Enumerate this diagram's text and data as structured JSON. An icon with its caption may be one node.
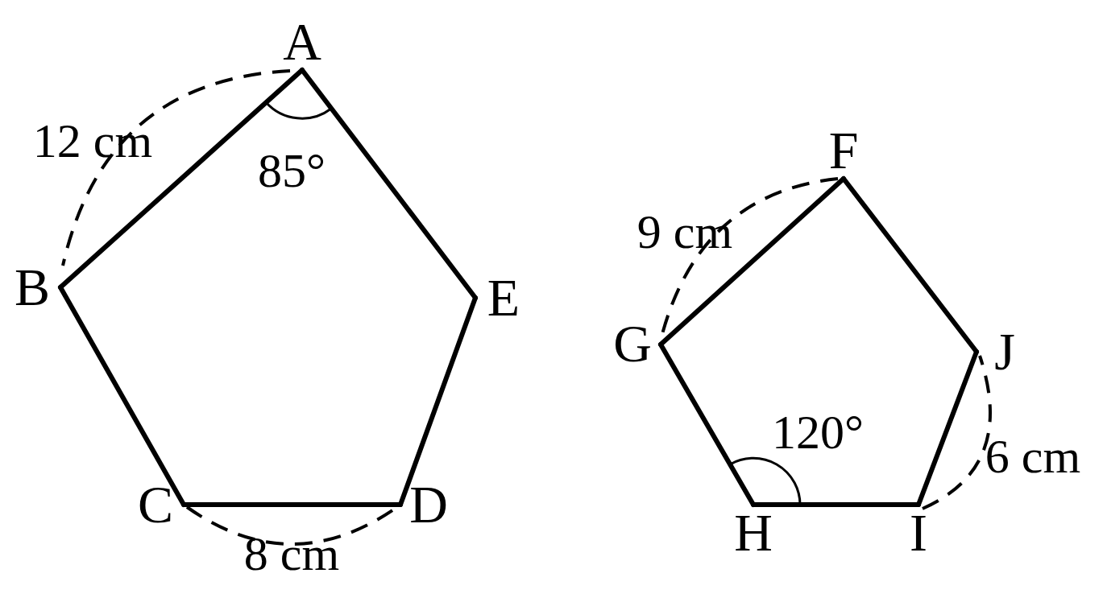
{
  "diagram": {
    "nodes": [
      {
        "text": [
          "A"
        ]
      },
      {
        "text": [
          "B"
        ]
      },
      {
        "text": [
          "C"
        ]
      },
      {
        "text": [
          "D"
        ]
      },
      {
        "text": [
          "E"
        ]
      },
      {
        "text": [
          "F"
        ]
      },
      {
        "text": [
          "G"
        ]
      },
      {
        "text": [
          "H"
        ]
      },
      {
        "text": [
          "I"
        ]
      },
      {
        "text": [
          "J"
        ]
      }
    ],
    "edges": [
      {
        "from": 0,
        "to": 1,
        "arrow": "none"
      },
      {
        "from": 1,
        "to": 2,
        "arrow": "none"
      },
      {
        "from": 2,
        "to": 3,
        "arrow": "none"
      },
      {
        "from": 3,
        "to": 4,
        "arrow": "none"
      },
      {
        "from": 4,
        "to": 0,
        "arrow": "none"
      },
      {
        "from": 5,
        "to": 6,
        "arrow": "none"
      },
      {
        "from": 6,
        "to": 7,
        "arrow": "none"
      },
      {
        "from": 7,
        "to": 8,
        "arrow": "none"
      },
      {
        "from": 8,
        "to": 9,
        "arrow": "none"
      },
      {
        "from": 9,
        "to": 5,
        "arrow": "none"
      }
    ],
    "labels": [
      "12 cm",
      "85°",
      "9 cm",
      "120°",
      "6 cm",
      "8 cm"
    ]
  }
}
